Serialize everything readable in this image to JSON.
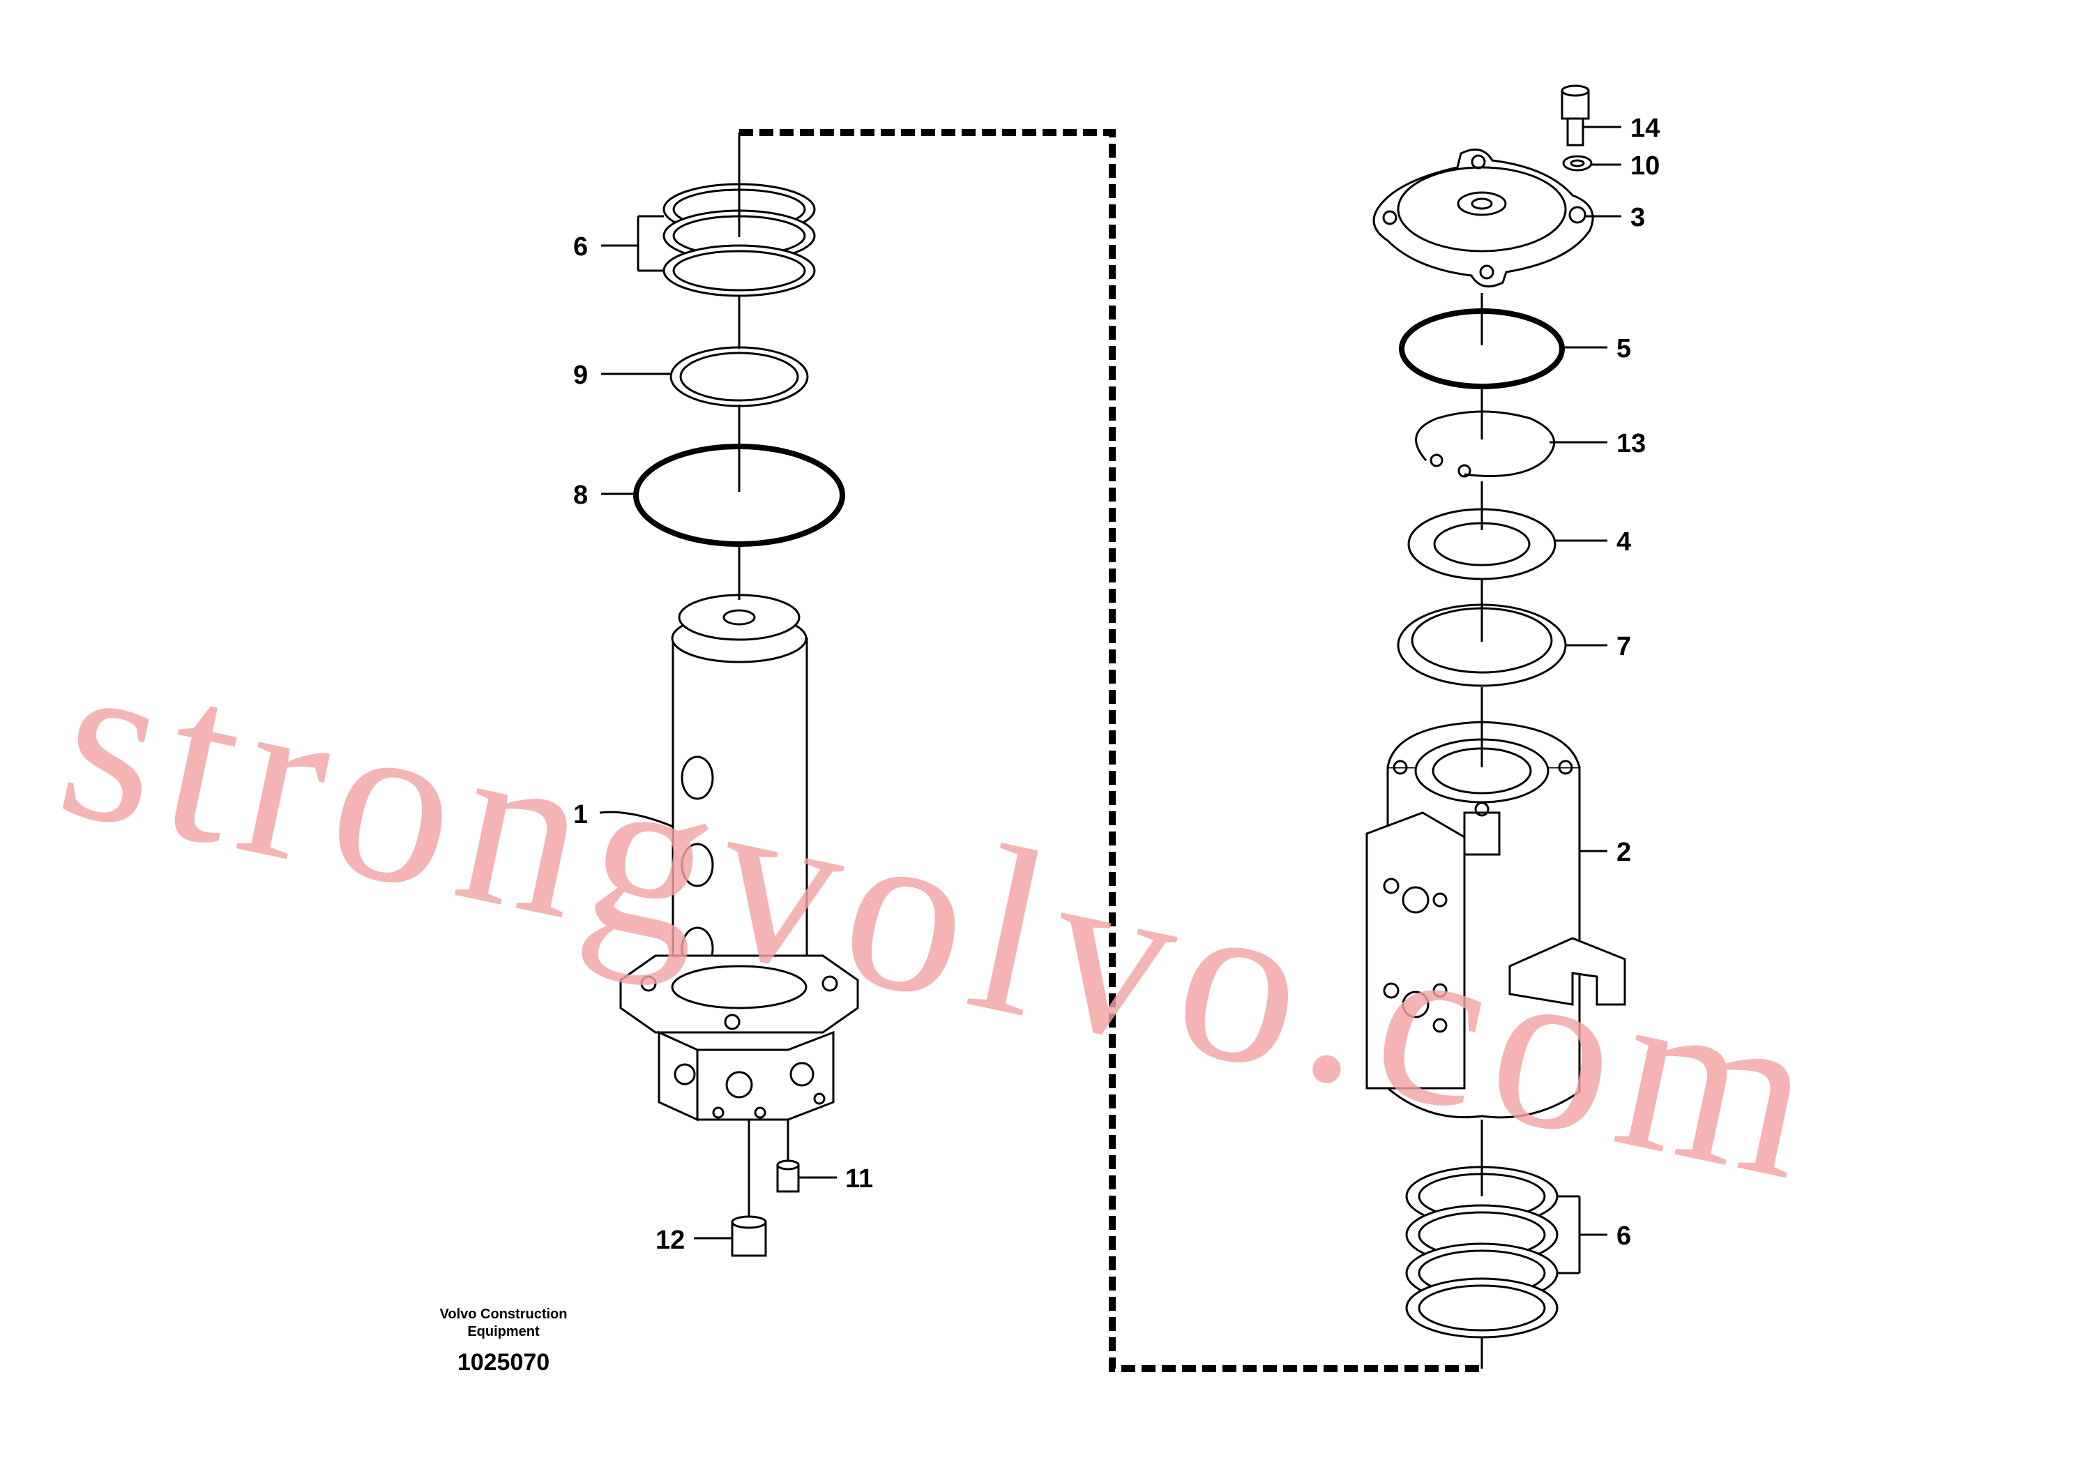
{
  "watermark": "strongvolvo.com",
  "credit": {
    "line1": "Volvo Construction",
    "line2": "Equipment",
    "number": "1025070"
  },
  "callouts": {
    "c1": "1",
    "c2": "2",
    "c3": "3",
    "c4": "4",
    "c5": "5",
    "c6_left": "6",
    "c6_right": "6",
    "c7": "7",
    "c8": "8",
    "c9": "9",
    "c10": "10",
    "c11": "11",
    "c12": "12",
    "c13": "13",
    "c14": "14"
  }
}
